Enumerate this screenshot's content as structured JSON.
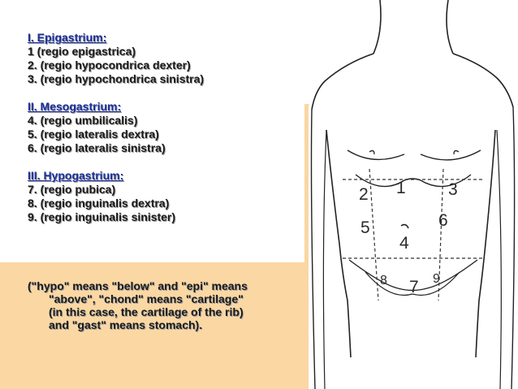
{
  "sections": [
    {
      "heading": "I. Epigastrium:",
      "items": [
        "1 (regio epigastrica)",
        "2. (regio hypocondrica dexter)",
        "3. (regio hypochondrica sinistra)"
      ]
    },
    {
      "heading": "II. Mesogastrium:",
      "items": [
        "4. (regio umbilicalis)",
        "5. (regio lateralis dextra)",
        "6. (regio lateralis sinistra)"
      ]
    },
    {
      "heading": "III. Hypogastrium:",
      "items": [
        "7. (regio pubica)",
        "8. (regio inguinalis dextra)",
        "9. (regio inguinalis sinister)"
      ]
    }
  ],
  "note": [
    "(\"hypo\" means \"below\" and \"epi\" means",
    "\"above\", \"chond\" means \"cartilage\"",
    "(in this case, the cartilage of the rib)",
    "and \"gast\" means stomach)."
  ],
  "figure": {
    "region_labels": [
      "1",
      "2",
      "3",
      "4",
      "5",
      "6",
      "7",
      "8",
      "9"
    ]
  },
  "colors": {
    "heading": "#1a2f9e",
    "text": "#1a1a1a",
    "accent_background": "#fbd7a3"
  }
}
